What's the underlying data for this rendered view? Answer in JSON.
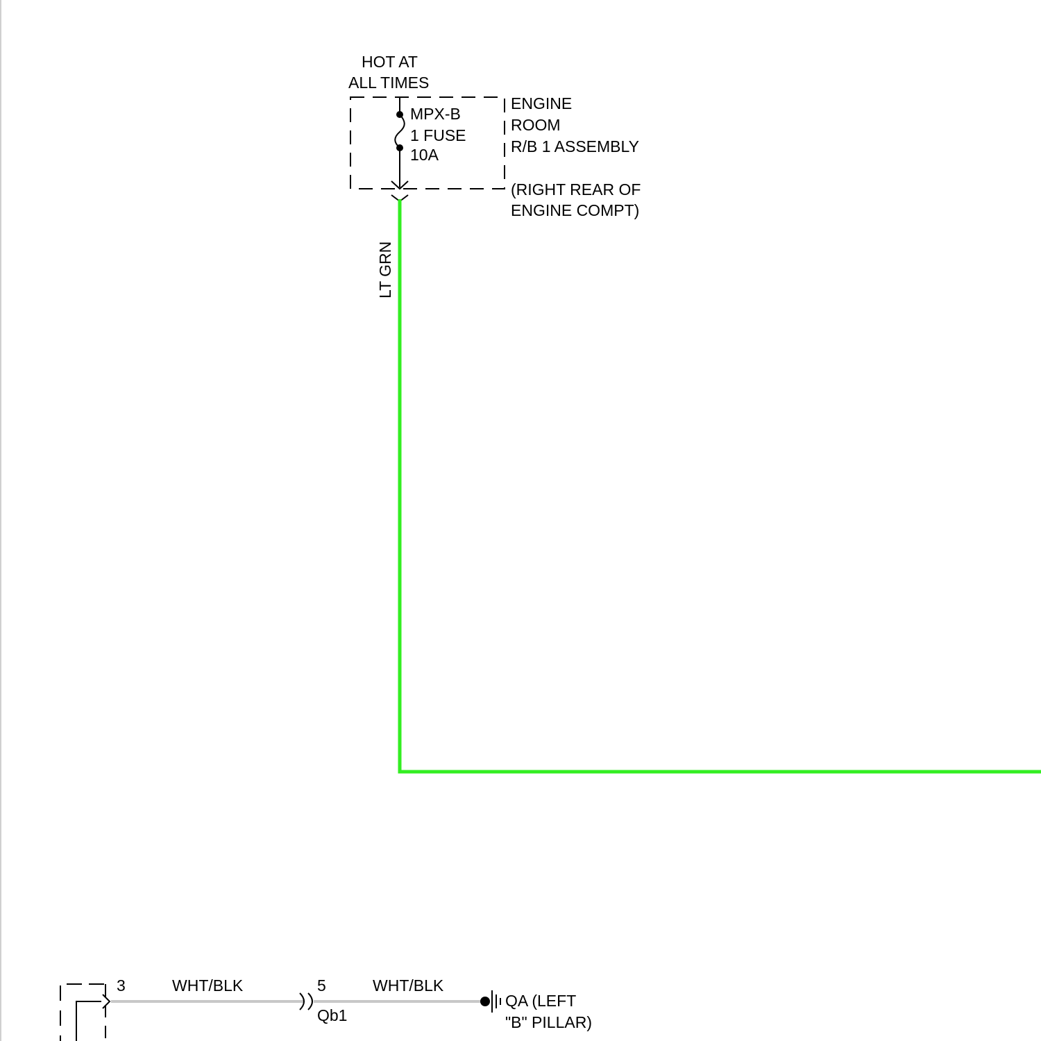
{
  "labels": {
    "hot_at": "HOT AT",
    "all_times": "ALL TIMES",
    "fuse_name": "MPX-B",
    "fuse_type": "1 FUSE",
    "fuse_rating": "10A",
    "relay_block_line1": "ENGINE",
    "relay_block_line2": "ROOM",
    "relay_block_line3": "R/B 1 ASSEMBLY",
    "location_line1": "(RIGHT REAR OF",
    "location_line2": "ENGINE COMPT)",
    "wire_color_main": "LT GRN",
    "pin_left": "3",
    "wire_color_bottom_1": "WHT/BLK",
    "pin_right": "5",
    "connector_id": "Qb1",
    "wire_color_bottom_2": "WHT/BLK",
    "ground_line1": "QA (LEFT",
    "ground_line2": "\"B\" PILLAR)"
  },
  "colors": {
    "lt_grn_wire": "#33ee22",
    "wht_blk_wire": "#c8c8c8",
    "line": "#000000",
    "background": "#ffffff"
  }
}
